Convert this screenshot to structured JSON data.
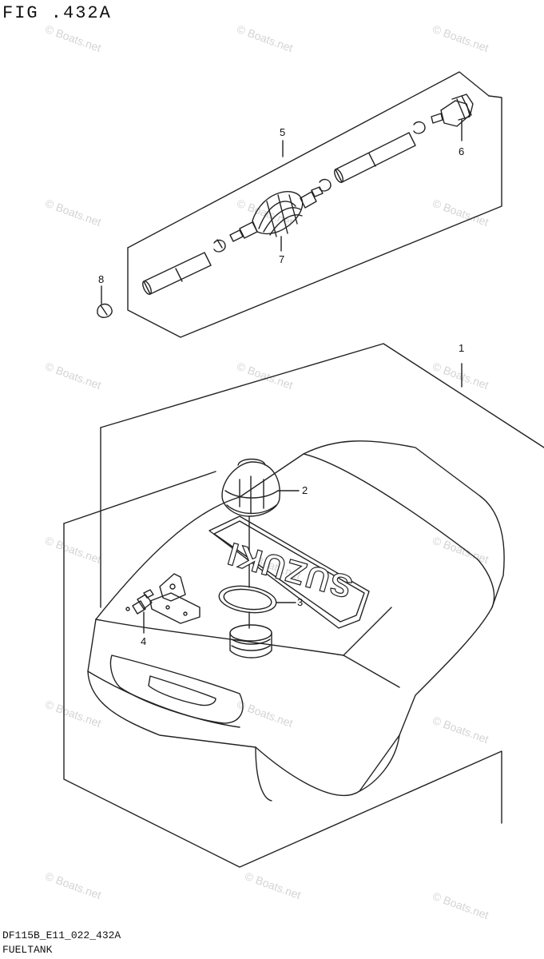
{
  "figure": {
    "title": "FIG .432A",
    "code": "DF115B_E11_022_432A",
    "subtitle": "FUELTANK"
  },
  "callouts": [
    "1",
    "2",
    "3",
    "4",
    "5",
    "6",
    "7",
    "8"
  ],
  "emboss_text": "SUZUKI",
  "watermark": "© Boats.net",
  "colors": {
    "line": "#222222",
    "watermark": "#d4d4d4",
    "background": "#ffffff"
  }
}
